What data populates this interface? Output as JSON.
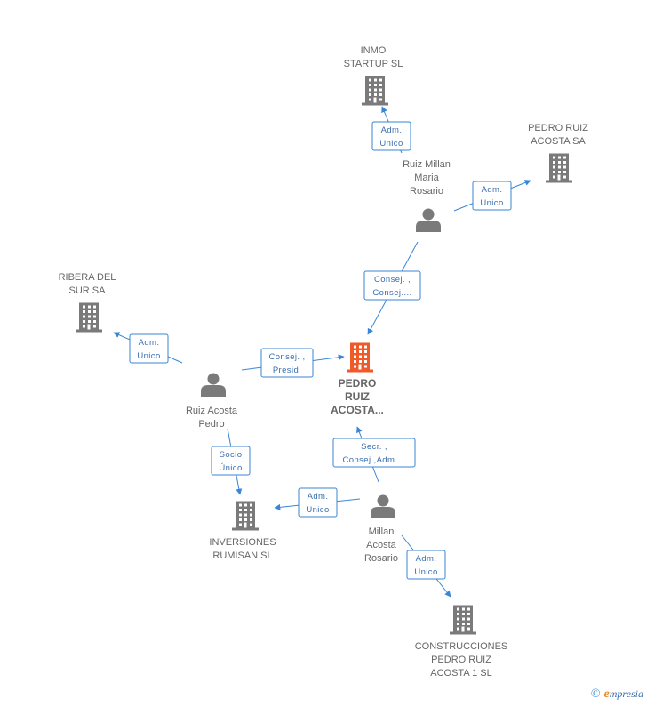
{
  "colors": {
    "company": "#7a7a7a",
    "focus": "#f05a28",
    "person": "#7a7a7a",
    "edge": "#3a86d6"
  },
  "nodes": [
    {
      "id": "focus",
      "type": "company-icon",
      "focus": true,
      "label": [
        "PEDRO",
        "RUIZ",
        "ACOSTA..."
      ]
    },
    {
      "id": "inmo",
      "type": "company-icon",
      "label": [
        "INMO",
        "STARTUP  SL"
      ]
    },
    {
      "id": "pras",
      "type": "company-icon",
      "label": [
        "PEDRO RUIZ",
        "ACOSTA SA"
      ]
    },
    {
      "id": "ribera",
      "type": "company-icon",
      "label": [
        "RIBERA DEL",
        "SUR SA"
      ]
    },
    {
      "id": "inversiones",
      "type": "company-icon",
      "label": [
        "INVERSIONES",
        "RUMISAN SL"
      ]
    },
    {
      "id": "construcciones",
      "type": "company-icon",
      "label": [
        "CONSTRUCCIONES",
        "PEDRO RUIZ",
        "ACOSTA 1 SL"
      ]
    },
    {
      "id": "rmmr",
      "type": "person-icon",
      "label": [
        "Ruiz Millan",
        "Maria",
        "Rosario"
      ]
    },
    {
      "id": "rap",
      "type": "person-icon",
      "label": [
        "Ruiz Acosta",
        "Pedro"
      ]
    },
    {
      "id": "mar",
      "type": "person-icon",
      "label": [
        "Millan",
        "Acosta",
        "Rosario"
      ]
    }
  ],
  "edges": [
    {
      "from": "rmmr",
      "to": "inmo",
      "label": [
        "Adm.",
        "Unico"
      ]
    },
    {
      "from": "rmmr",
      "to": "pras",
      "label": [
        "Adm.",
        "Unico"
      ]
    },
    {
      "from": "rmmr",
      "to": "focus",
      "label": [
        "Consej. ,",
        "Consej...."
      ]
    },
    {
      "from": "rap",
      "to": "focus",
      "label": [
        "Consej. ,",
        "Presid."
      ]
    },
    {
      "from": "rap",
      "to": "ribera",
      "label": [
        "Adm.",
        "Unico"
      ]
    },
    {
      "from": "rap",
      "to": "inversiones",
      "label": [
        "Socio",
        "Único"
      ]
    },
    {
      "from": "mar",
      "to": "focus",
      "label": [
        "Secr. ,",
        "Consej.,Adm...."
      ]
    },
    {
      "from": "mar",
      "to": "inversiones",
      "label": [
        "Adm.",
        "Unico"
      ]
    },
    {
      "from": "mar",
      "to": "construcciones",
      "label": [
        "Adm.",
        "Unico"
      ]
    }
  ],
  "brand": {
    "copyright": "©",
    "initial": "e",
    "name": "mpresia"
  }
}
